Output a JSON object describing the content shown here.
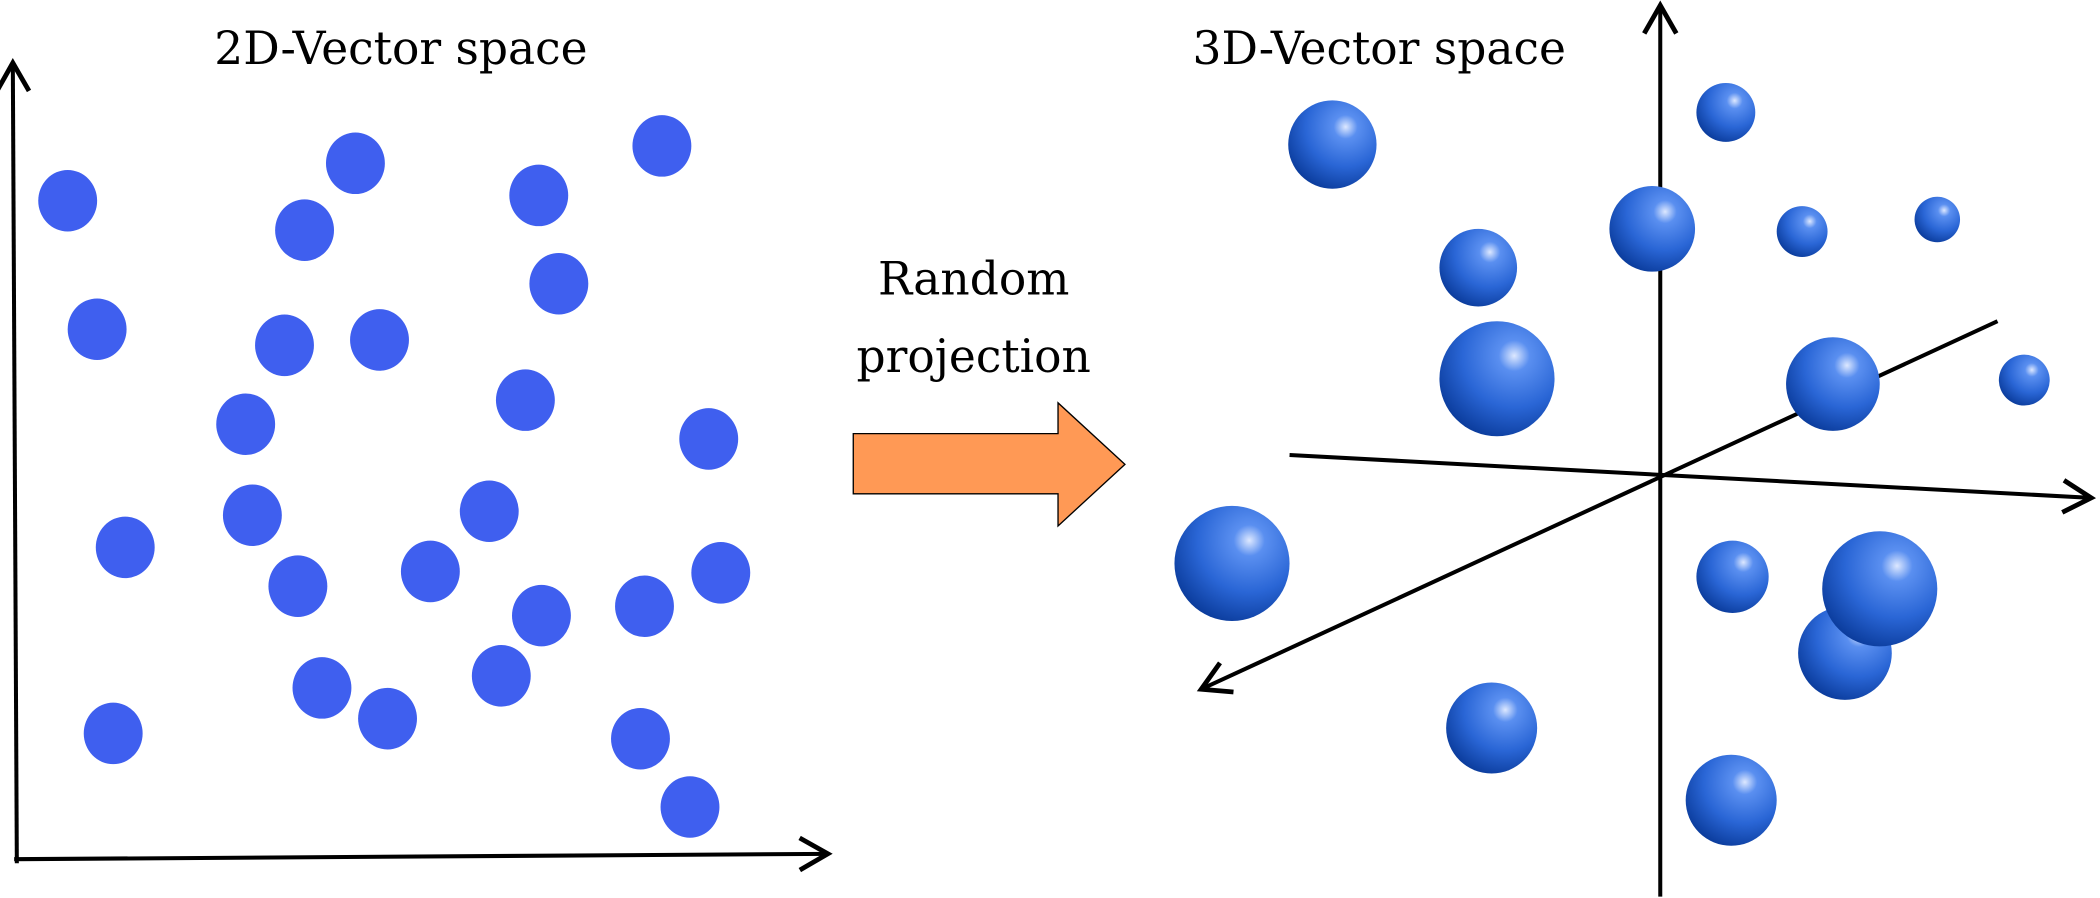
{
  "left_panel": {
    "title": "2D-Vector space"
  },
  "middle": {
    "label_line1": "Random",
    "label_line2": "projection",
    "arrow_color": "#FF9955"
  },
  "right_panel": {
    "title": "3D-Vector space"
  },
  "colors": {
    "point_2d": "#3F5FEF",
    "sphere_light": "#A9C6FF",
    "sphere_mid": "#2F6FDF",
    "sphere_dark": "#0A3A9A"
  }
}
